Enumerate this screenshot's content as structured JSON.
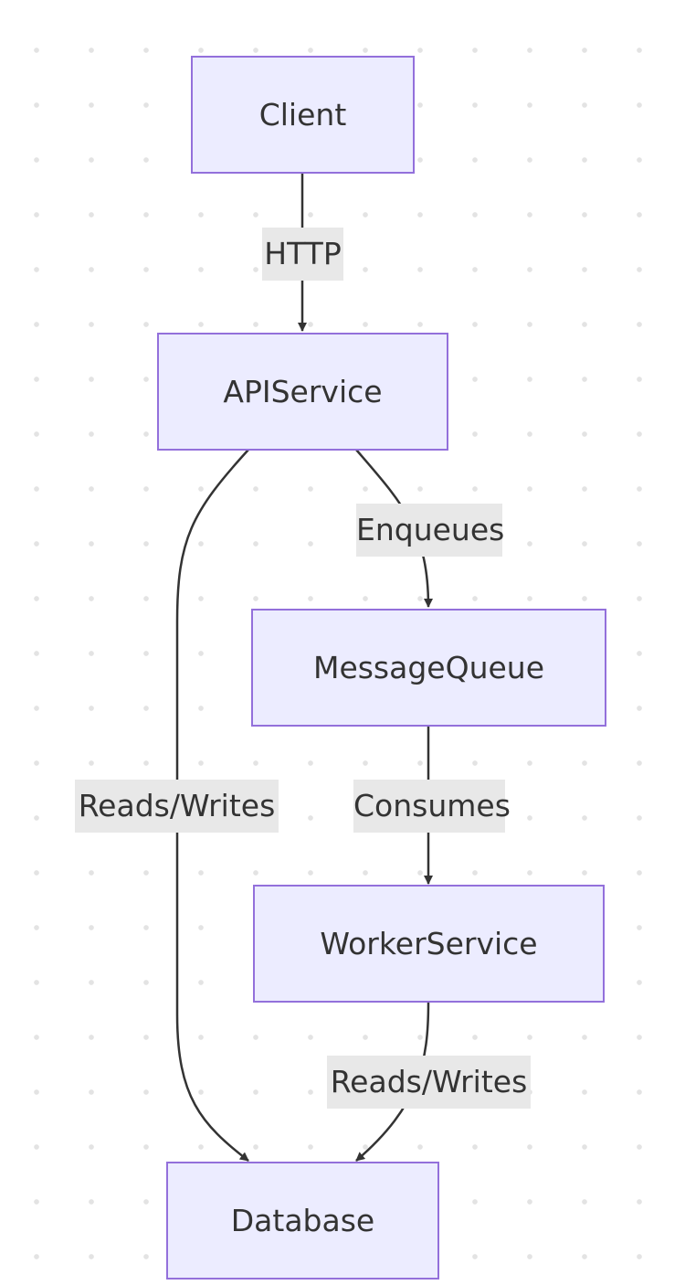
{
  "diagram": {
    "type": "flowchart",
    "direction": "top-down",
    "nodes": [
      {
        "id": "client",
        "label": "Client"
      },
      {
        "id": "api",
        "label": "APIService"
      },
      {
        "id": "queue",
        "label": "MessageQueue"
      },
      {
        "id": "worker",
        "label": "WorkerService"
      },
      {
        "id": "db",
        "label": "Database"
      }
    ],
    "edges": [
      {
        "from": "client",
        "to": "api",
        "label": "HTTP"
      },
      {
        "from": "api",
        "to": "queue",
        "label": "Enqueues"
      },
      {
        "from": "queue",
        "to": "worker",
        "label": "Consumes"
      },
      {
        "from": "api",
        "to": "db",
        "label": "Reads/Writes"
      },
      {
        "from": "worker",
        "to": "db",
        "label": "Reads/Writes"
      }
    ]
  },
  "colors": {
    "node_fill": "#ececff",
    "node_border": "#9370db",
    "edge_stroke": "#333333",
    "label_background": "#e8e8e8",
    "text": "#333333"
  }
}
